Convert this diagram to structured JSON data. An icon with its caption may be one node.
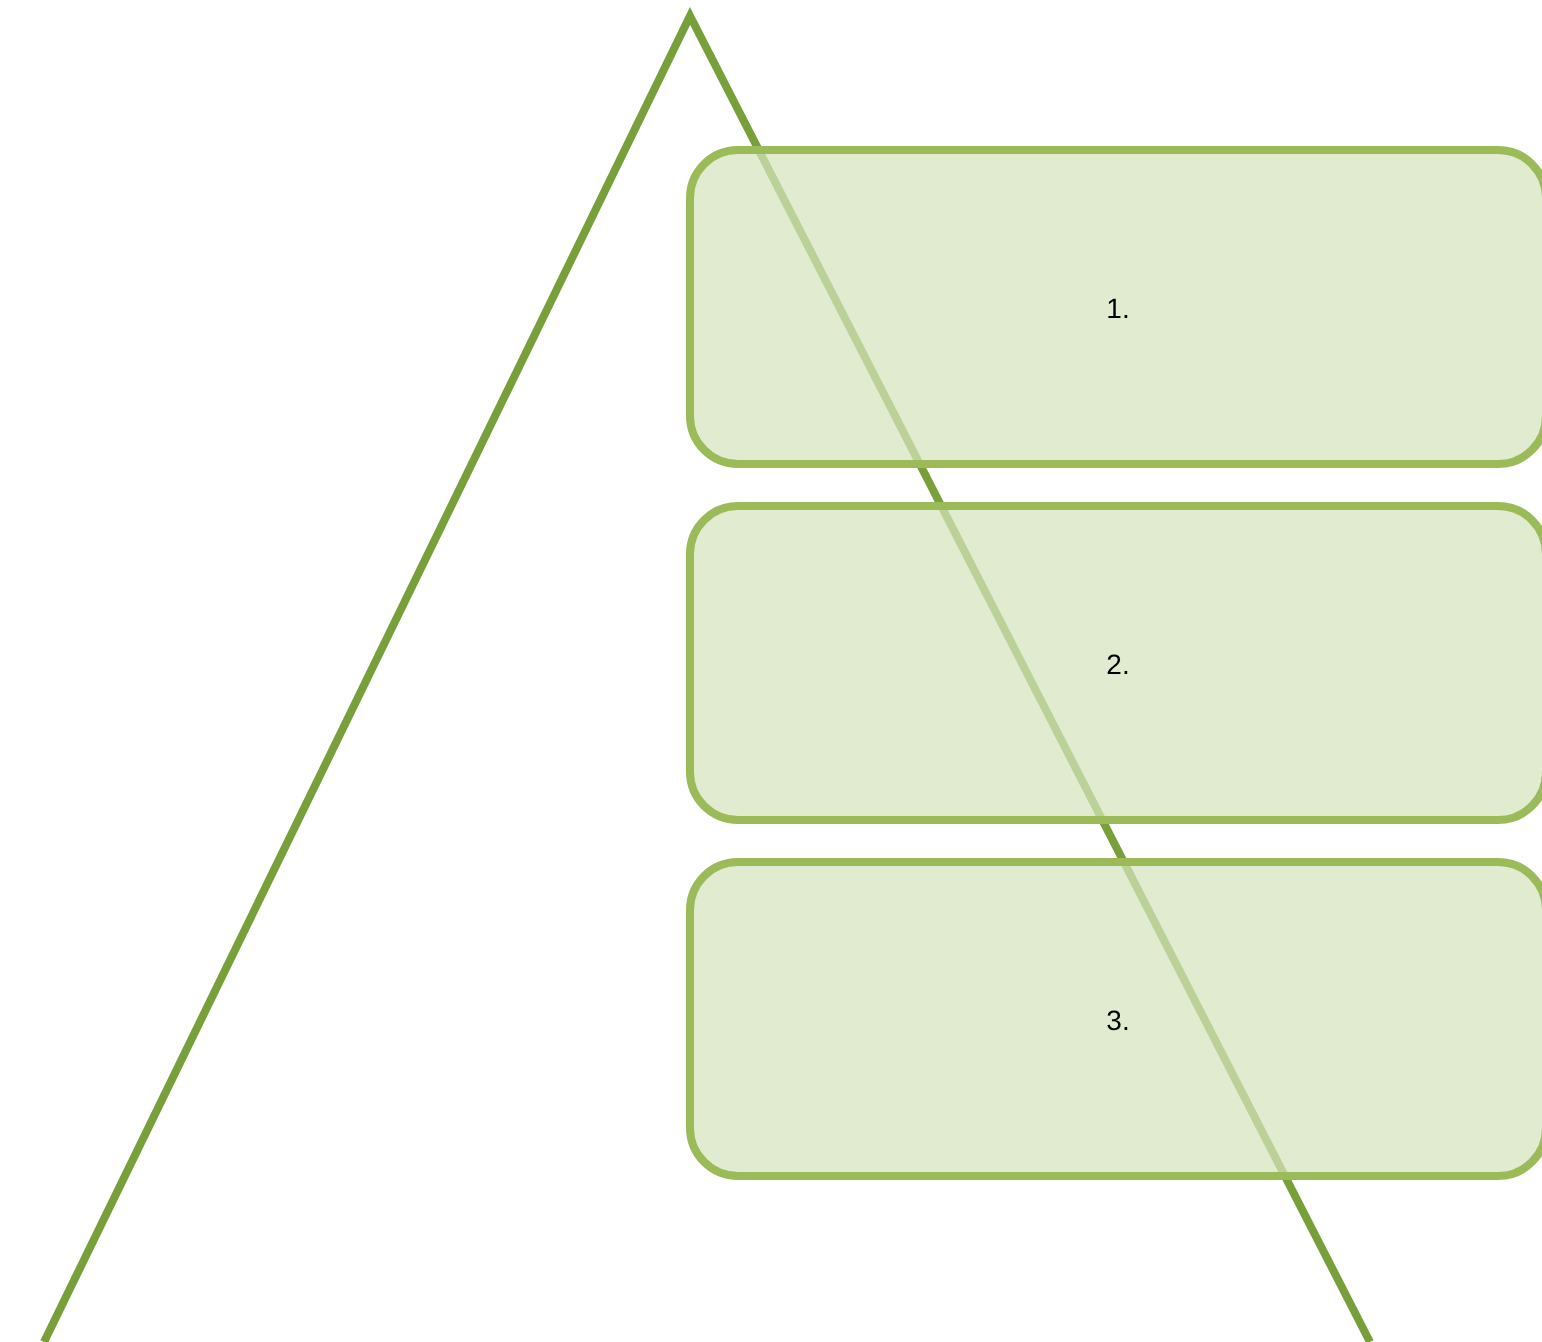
{
  "diagram": {
    "nodes": [
      {
        "text": [
          "1."
        ]
      },
      {
        "text": [
          "2."
        ]
      },
      {
        "text": [
          "3."
        ]
      }
    ]
  }
}
